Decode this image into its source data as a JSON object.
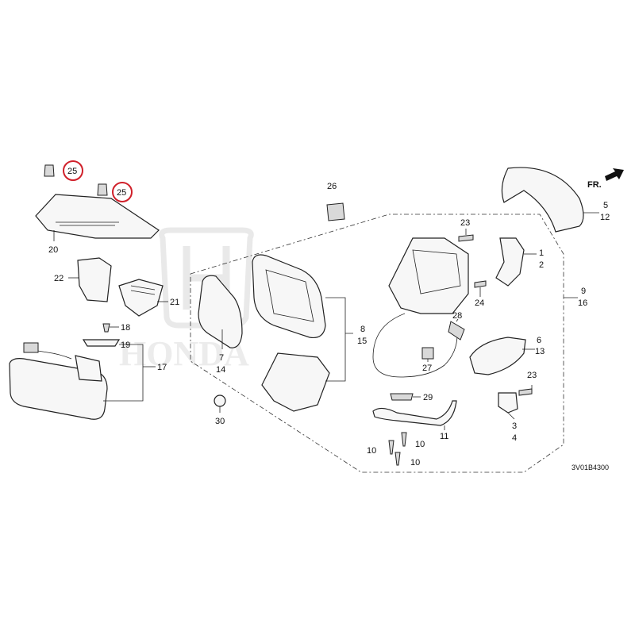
{
  "direction_label": "FR.",
  "diagram_code": "3V01B4300",
  "callouts": [
    {
      "id": "c25a",
      "text": "25",
      "highlight": true
    },
    {
      "id": "c25b",
      "text": "25",
      "highlight": true
    },
    {
      "id": "c20",
      "text": "20"
    },
    {
      "id": "c22",
      "text": "22"
    },
    {
      "id": "c21",
      "text": "21"
    },
    {
      "id": "c18",
      "text": "18"
    },
    {
      "id": "c19",
      "text": "19"
    },
    {
      "id": "c17",
      "text": "17"
    },
    {
      "id": "c26",
      "text": "26"
    },
    {
      "id": "c7",
      "text": "7"
    },
    {
      "id": "c14",
      "text": "14"
    },
    {
      "id": "c30",
      "text": "30"
    },
    {
      "id": "c8",
      "text": "8"
    },
    {
      "id": "c15",
      "text": "15"
    },
    {
      "id": "c23a",
      "text": "23"
    },
    {
      "id": "c1",
      "text": "1"
    },
    {
      "id": "c2",
      "text": "2"
    },
    {
      "id": "c24",
      "text": "24"
    },
    {
      "id": "c28",
      "text": "28"
    },
    {
      "id": "c27",
      "text": "27"
    },
    {
      "id": "c29",
      "text": "29"
    },
    {
      "id": "c11",
      "text": "11"
    },
    {
      "id": "c10a",
      "text": "10"
    },
    {
      "id": "c10b",
      "text": "10"
    },
    {
      "id": "c10c",
      "text": "10"
    },
    {
      "id": "c6",
      "text": "6"
    },
    {
      "id": "c13",
      "text": "13"
    },
    {
      "id": "c23b",
      "text": "23"
    },
    {
      "id": "c3",
      "text": "3"
    },
    {
      "id": "c4",
      "text": "4"
    },
    {
      "id": "c9",
      "text": "9"
    },
    {
      "id": "c16",
      "text": "16"
    },
    {
      "id": "c5",
      "text": "5"
    },
    {
      "id": "c12",
      "text": "12"
    }
  ],
  "colors": {
    "highlight": "#d0202a",
    "line": "#222222"
  }
}
